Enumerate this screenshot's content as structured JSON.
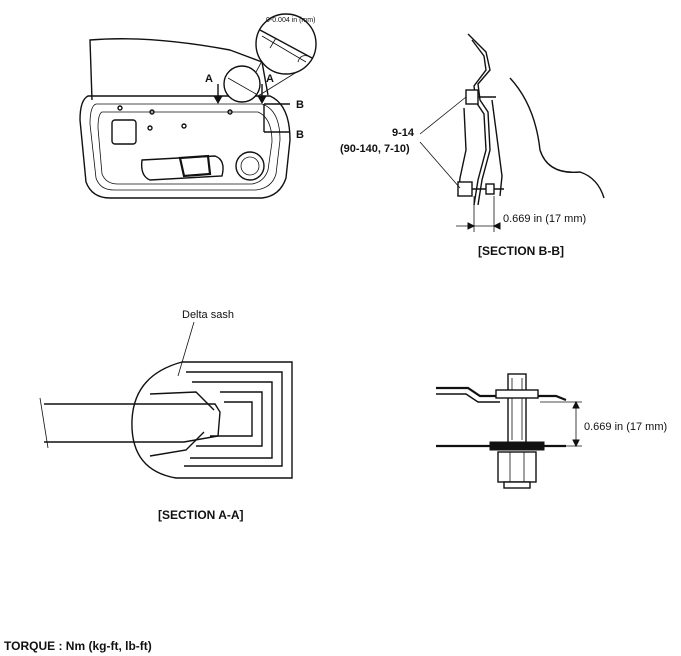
{
  "labels": {
    "detail_gap": "0-0.004 in (mm)",
    "section_a_left": "A",
    "section_a_right": "A",
    "section_b_top": "B",
    "section_b_side": "B",
    "torque_value": "9-14",
    "torque_units": "(90-140, 7-10)",
    "dim_b": "0.669 in (17 mm)",
    "section_bb": "[SECTION B-B]",
    "delta_sash": "Delta sash",
    "section_aa": "[SECTION A-A]",
    "dim_bolt": "0.669 in (17 mm)",
    "torque_legend": "TORQUE : Nm (kg-ft, lb-ft)"
  }
}
